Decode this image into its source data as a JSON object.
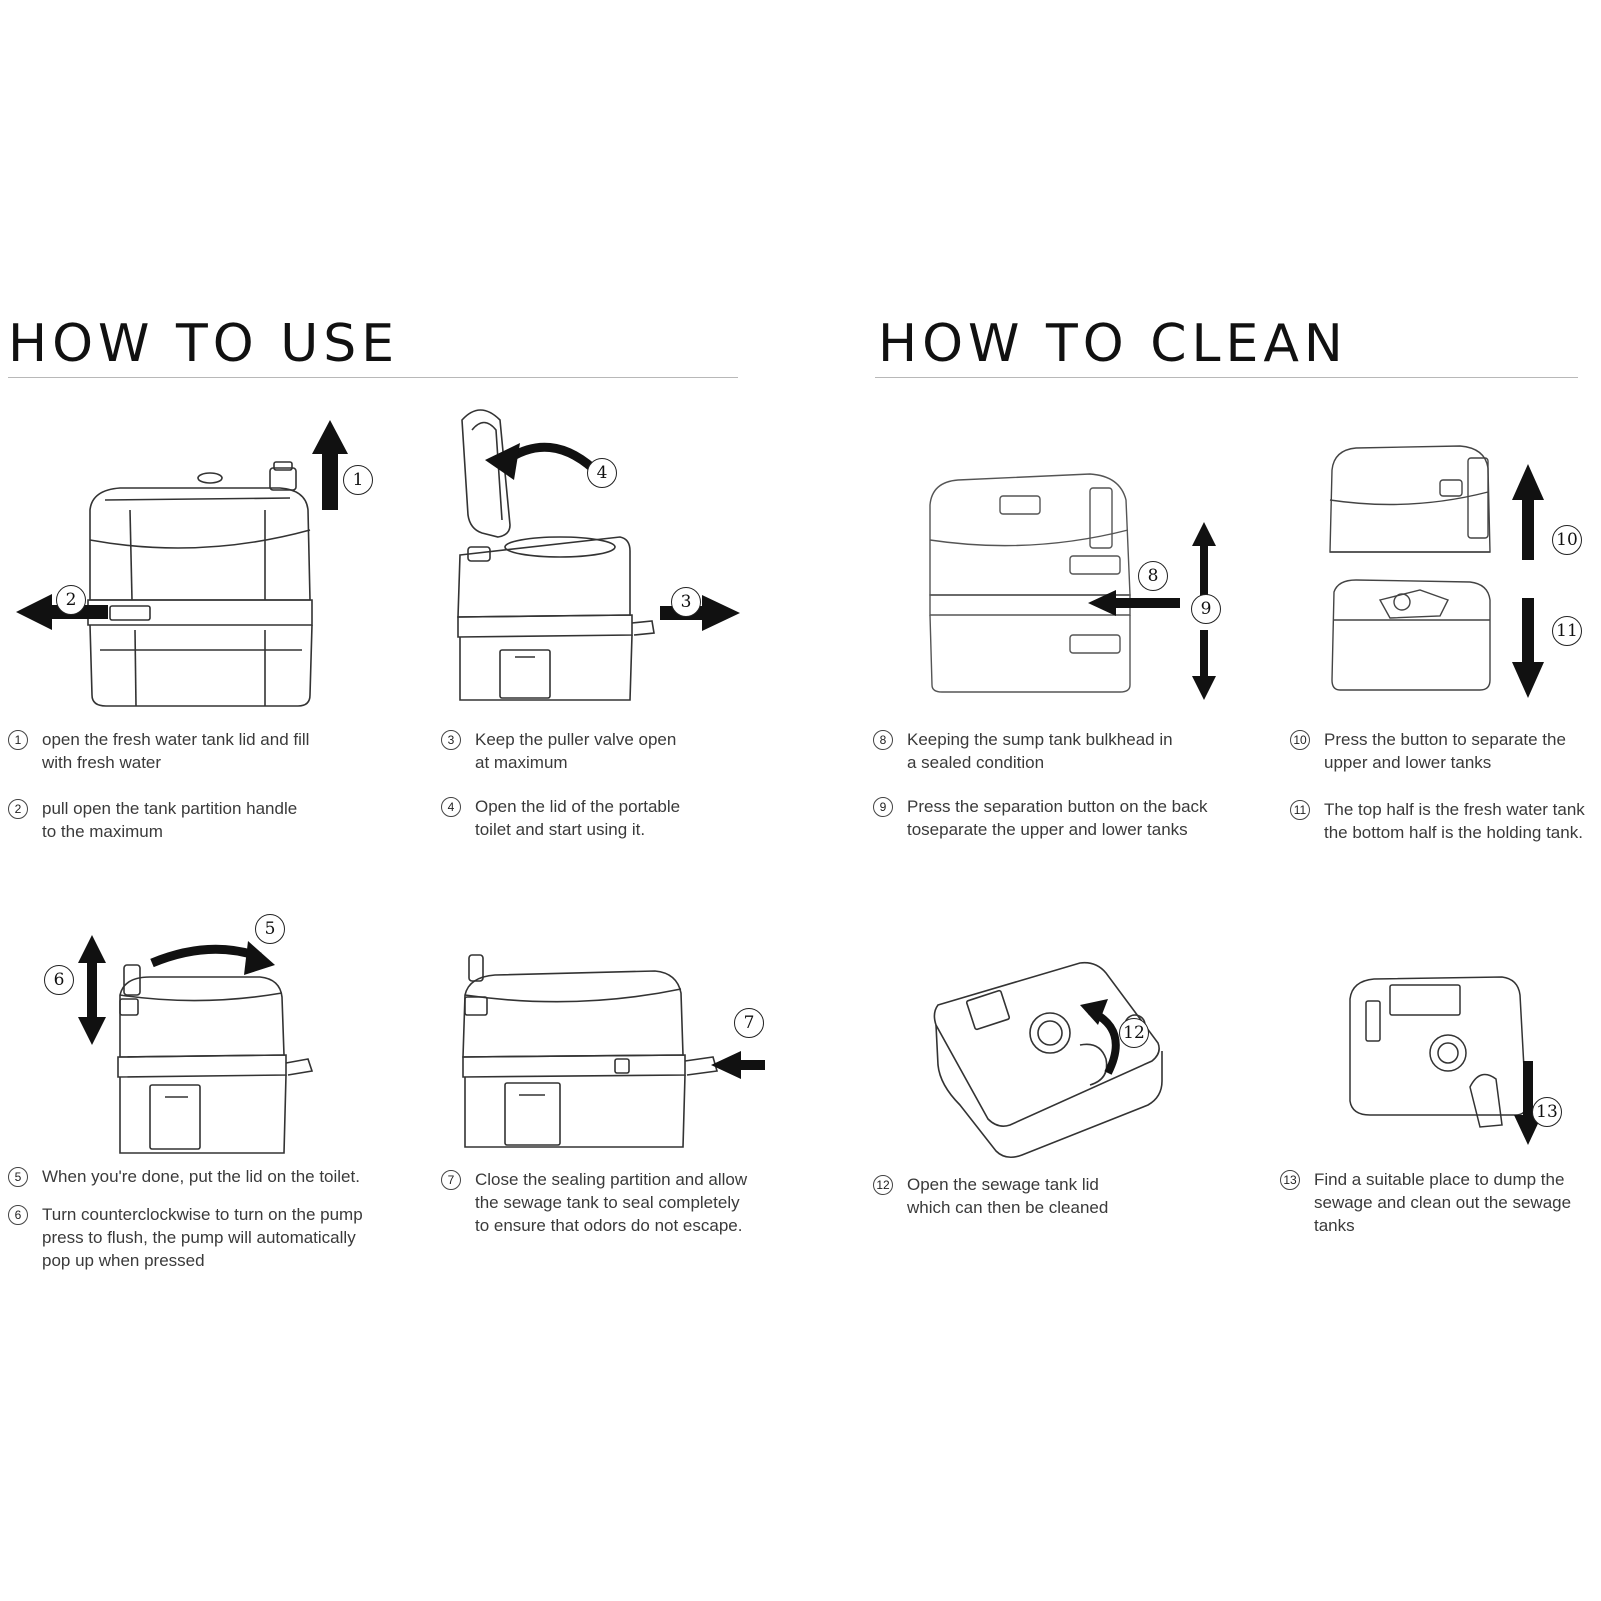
{
  "use": {
    "title": "HOW  TO  USE",
    "steps": [
      {
        "num": "1",
        "text": "open the fresh water tank lid and fill\nwith fresh water"
      },
      {
        "num": "2",
        "text": "pull open the tank partition handle\nto the maximum"
      },
      {
        "num": "3",
        "text": "Keep the puller valve open\nat maximum"
      },
      {
        "num": "4",
        "text": "Open the lid of the portable\ntoilet and start using it."
      },
      {
        "num": "5",
        "text": "When you're done, put the lid on the toilet."
      },
      {
        "num": "6",
        "text": "Turn counterclockwise to turn on the pump\npress to flush, the pump will automatically\npop up when pressed"
      },
      {
        "num": "7",
        "text": "Close the sealing partition and allow\nthe sewage tank to seal completely\nto ensure that odors do not escape."
      }
    ]
  },
  "clean": {
    "title": "HOW  TO  CLEAN",
    "steps": [
      {
        "num": "8",
        "text": "Keeping the sump tank bulkhead in\na sealed condition"
      },
      {
        "num": "9",
        "text": "Press the separation button on the back\ntoseparate the upper and lower tanks"
      },
      {
        "num": "10",
        "text": "Press the button to separate the\nupper and lower tanks"
      },
      {
        "num": "11",
        "text": "The top half is the fresh water tank\nthe bottom half is the holding tank."
      },
      {
        "num": "12",
        "text": "Open the sewage tank lid\nwhich can then be cleaned"
      },
      {
        "num": "13",
        "text": "Find a suitable place to dump the\nsewage and clean out the sewage\ntanks"
      }
    ]
  },
  "colors": {
    "ink": "#222222",
    "rule": "#b8b8b8",
    "text": "#3a3a3a"
  }
}
